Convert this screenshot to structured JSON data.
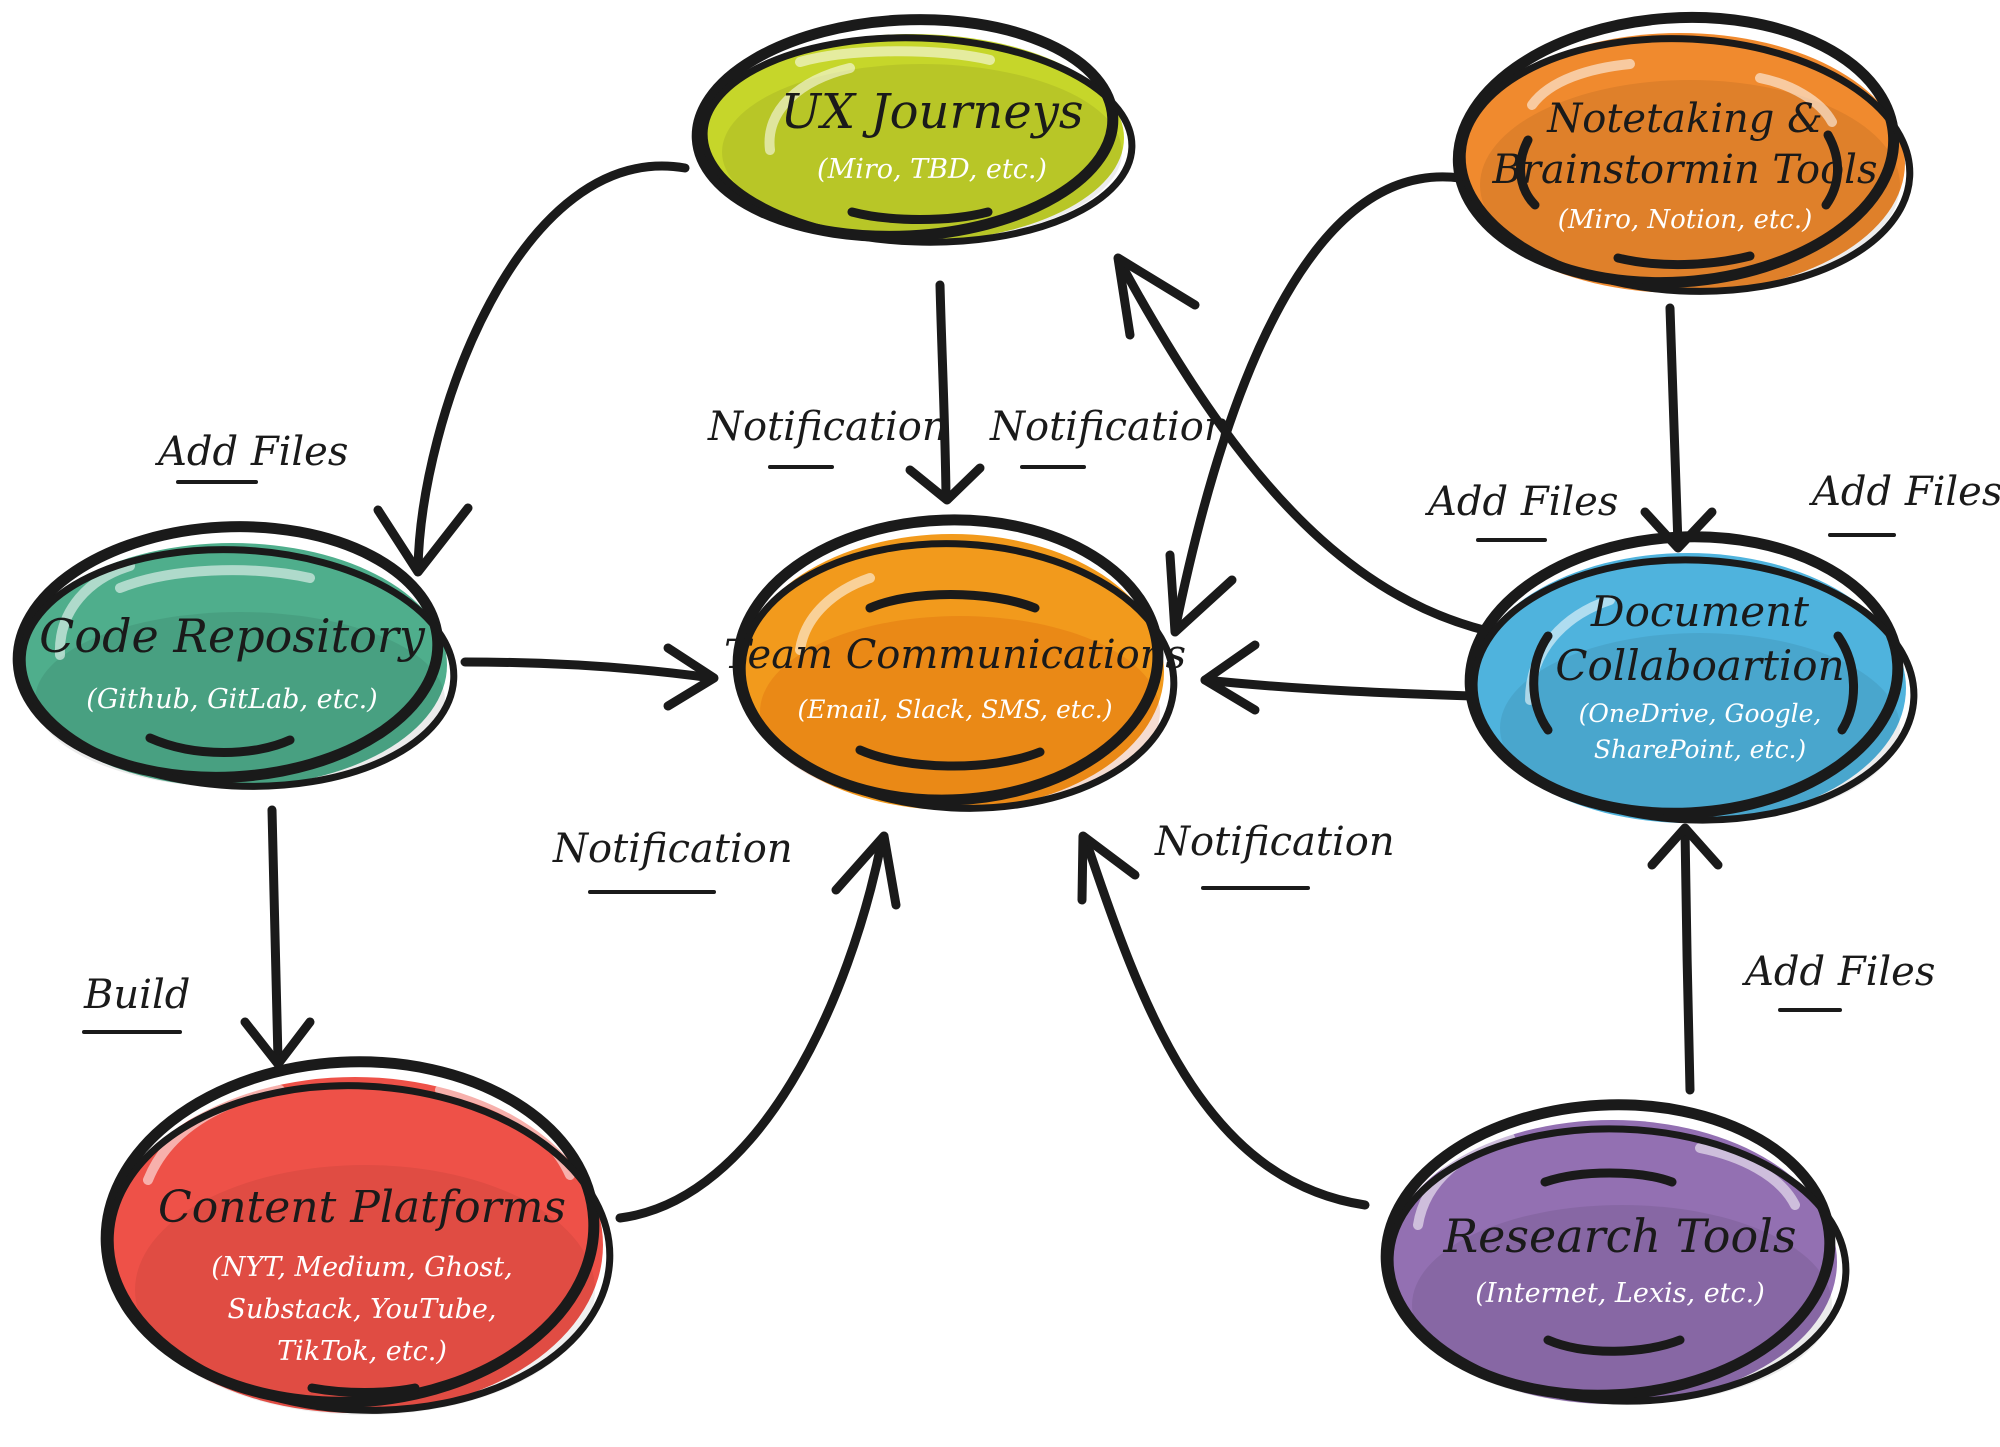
{
  "colors": {
    "ux_journeys": "#c6d62a",
    "notetaking": "#f08a2e",
    "code_repository": "#4fae8c",
    "team_communications": "#f29a1c",
    "document_collaboration": "#4fb3dd",
    "content_platforms": "#ee5148",
    "research_tools": "#9370b2",
    "outline": "#1a1a1a"
  },
  "nodes": {
    "ux_journeys": {
      "title": "UX Journeys",
      "sub": [
        "(Miro, TBD, etc.)"
      ]
    },
    "notetaking": {
      "title": [
        "Notetaking &",
        "Brainstormin Tools"
      ],
      "sub": [
        "(Miro, Notion, etc.)"
      ]
    },
    "code_repository": {
      "title": "Code Repository",
      "sub": [
        "(Github, GitLab, etc.)"
      ]
    },
    "team_communications": {
      "title": "Team Communications",
      "sub": [
        "(Email, Slack, SMS, etc.)"
      ]
    },
    "document_collaboration": {
      "title": [
        "Document",
        "Collaboartion"
      ],
      "sub": [
        "(OneDrive, Google,",
        "SharePoint, etc.)"
      ]
    },
    "content_platforms": {
      "title": "Content Platforms",
      "sub": [
        "(NYT, Medium, Ghost,",
        "Substack, YouTube,",
        "TikTok, etc.)"
      ]
    },
    "research_tools": {
      "title": "Research Tools",
      "sub": [
        "(Internet, Lexis, etc.)"
      ]
    }
  },
  "edges": [
    {
      "from": "ux_journeys",
      "to": "code_repository",
      "label": "Add Files"
    },
    {
      "from": "ux_journeys",
      "to": "team_communications",
      "label": "Notification"
    },
    {
      "from": "notetaking",
      "to": "team_communications",
      "label": "Notification"
    },
    {
      "from": "notetaking",
      "to": "document_collaboration",
      "label": "Add Files"
    },
    {
      "from": "document_collaboration",
      "to": "ux_journeys",
      "label": "Add Files"
    },
    {
      "from": "document_collaboration",
      "to": "team_communications",
      "label": ""
    },
    {
      "from": "code_repository",
      "to": "team_communications",
      "label": ""
    },
    {
      "from": "code_repository",
      "to": "content_platforms",
      "label": "Build"
    },
    {
      "from": "content_platforms",
      "to": "team_communications",
      "label": "Notification"
    },
    {
      "from": "research_tools",
      "to": "team_communications",
      "label": "Notification"
    },
    {
      "from": "research_tools",
      "to": "document_collaboration",
      "label": "Add Files"
    }
  ]
}
